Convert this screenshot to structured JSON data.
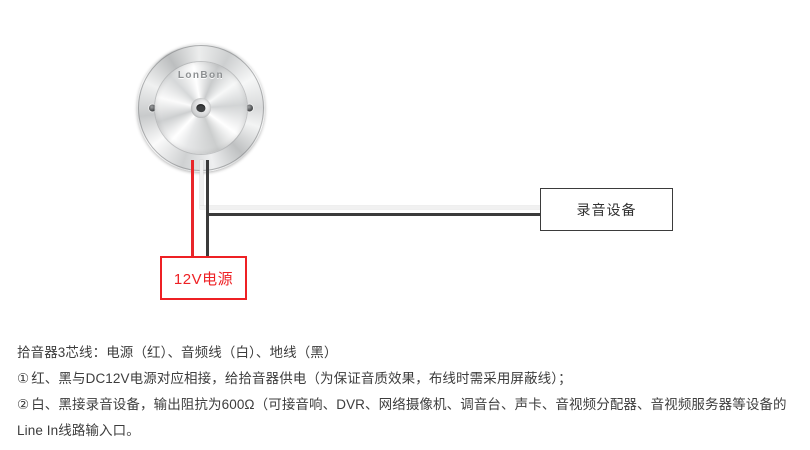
{
  "diagram": {
    "device": {
      "brand": "LonBon",
      "name_hint": "pickup-microphone"
    },
    "power_box": {
      "label": "12V电源",
      "color": "#ee2024"
    },
    "recorder_box": {
      "label": "录音设备",
      "color": "#3b3b3b"
    },
    "wires": [
      {
        "name": "power-red",
        "color": "#e8262a",
        "label": "红"
      },
      {
        "name": "audio-white",
        "color": "#f1f1f1",
        "label": "白"
      },
      {
        "name": "ground-black",
        "color": "#3b3b3b",
        "label": "黑"
      }
    ]
  },
  "caption": {
    "line1": "拾音器3芯线：电源（红）、音频线（白）、地线（黑）",
    "item1_marker": "①",
    "item1_text": "红、黑与DC12V电源对应相接，给拾音器供电（为保证音质效果，布线时需采用屏蔽线）；",
    "item2_marker": "②",
    "item2_text": "白、黑接录音设备，输出阻抗为600Ω（可接音响、DVR、网络摄像机、调音台、声卡、音视频分配器、音视频服务器等设备的Line In线路输入口。"
  }
}
